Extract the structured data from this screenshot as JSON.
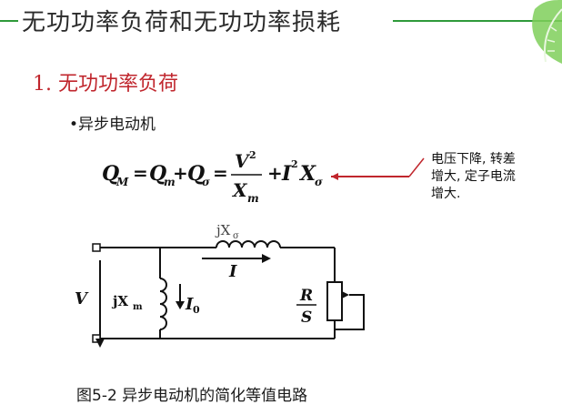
{
  "title": "无功功率负荷和无功功率损耗",
  "section_heading": "1. 无功功率负荷",
  "bullet": "•异步电动机",
  "formula": {
    "lhs_Q": "Q",
    "lhs_sub": "M",
    "eq1": "=",
    "qm_Q": "Q",
    "qm_sub": "m",
    "plus1": "+",
    "qs_Q": "Q",
    "qs_sub": "σ",
    "eq2": "=",
    "frac_num_V": "V",
    "frac_num_sup": "2",
    "frac_den_X": "X",
    "frac_den_sub": "m",
    "plus2": "+",
    "i_I": "I",
    "i_sup": "2",
    "i_X": "X",
    "i_sub": "σ"
  },
  "side_note": {
    "line1": "电压下降, 转差",
    "line2": "增大, 定子电流",
    "line3": "增大."
  },
  "circuit": {
    "reactance_label": "jX",
    "reactance_sub": "σ",
    "current_I": "I",
    "voltage_V": "V",
    "mag_label": "jX",
    "mag_sub": "m",
    "current_I0": "I",
    "current_I0_sub": "0",
    "rs_num": "R",
    "rs_den": "S"
  },
  "caption": "图5-2   异步电动机的简化等值电路",
  "colors": {
    "accent_green": "#2f9a3a",
    "heading_red": "#c0262d",
    "pointer_red": "#c0262d"
  }
}
